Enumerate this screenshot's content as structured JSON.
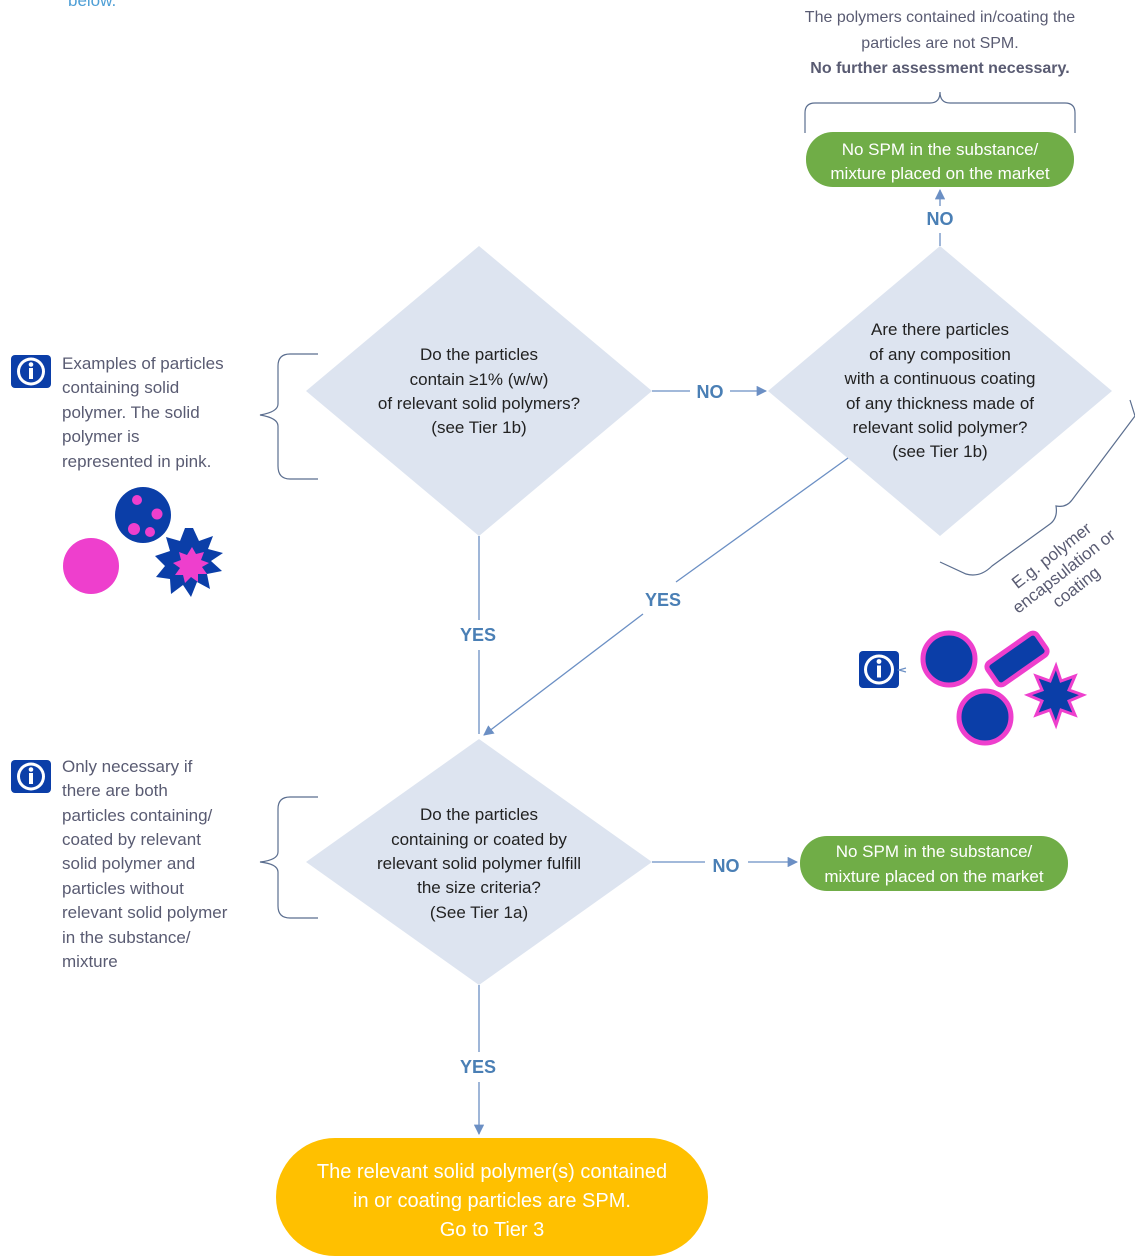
{
  "header_fragment": "below.",
  "top_note": {
    "line1": "The polymers contained in/coating the",
    "line2": "particles are not SPM.",
    "line3": "No further assessment necessary."
  },
  "decisions": {
    "d1": {
      "line1": "Do the particles",
      "line2": "contain ≥1% (w/w)",
      "line3": "of relevant solid polymers?",
      "line4": "(see Tier 1b)"
    },
    "d2": {
      "line1": "Are there particles",
      "line2": "of any composition",
      "line3": "with a continuous coating",
      "line4": "of any thickness made of",
      "line5": "relevant solid polymer?",
      "line6": "(see Tier 1b)"
    },
    "d3": {
      "line1": "Do the particles",
      "line2": "containing or coated by",
      "line3": "relevant solid polymer fulfill",
      "line4": "the size criteria?",
      "line5": "(See Tier 1a)"
    }
  },
  "outcomes": {
    "top_green": {
      "line1": "No SPM in the substance/",
      "line2": "mixture placed on the market"
    },
    "mid_green": {
      "line1": "No SPM in the substance/",
      "line2": "mixture placed on the market"
    },
    "final": {
      "line1": "The relevant solid polymer(s) contained",
      "line2": "in or coating particles are SPM.",
      "line3": "Go to Tier 3"
    }
  },
  "labels": {
    "no_top": "NO",
    "no_mid": "NO",
    "no_bottom": "NO",
    "yes_left": "YES",
    "yes_diag": "YES",
    "yes_bottom": "YES"
  },
  "info_notes": {
    "examples": {
      "line1": "Examples of particles",
      "line2": "containing solid",
      "line3": "polymer. The solid",
      "line4": "polymer is",
      "line5": "represented in pink."
    },
    "only_necessary": {
      "line1": "Only necessary if",
      "line2": "there are both",
      "line3": "particles containing/",
      "line4": "coated by relevant",
      "line5": "solid polymer and",
      "line6": "particles without",
      "line7": "relevant solid polymer",
      "line8": "in the substance/",
      "line9": "mixture"
    },
    "coating": {
      "line1": "E.g. polymer",
      "line2": "encapsulation or",
      "line3": "coating"
    }
  },
  "colors": {
    "diamond": "#dde4f0",
    "green": "#70ad47",
    "orange": "#ffc000",
    "connector": "#6b8fc4",
    "label_blue": "#4a7fb5",
    "note_text": "#595b72",
    "particle_blue": "#0b3ea8",
    "particle_pink": "#ee3fcd"
  }
}
